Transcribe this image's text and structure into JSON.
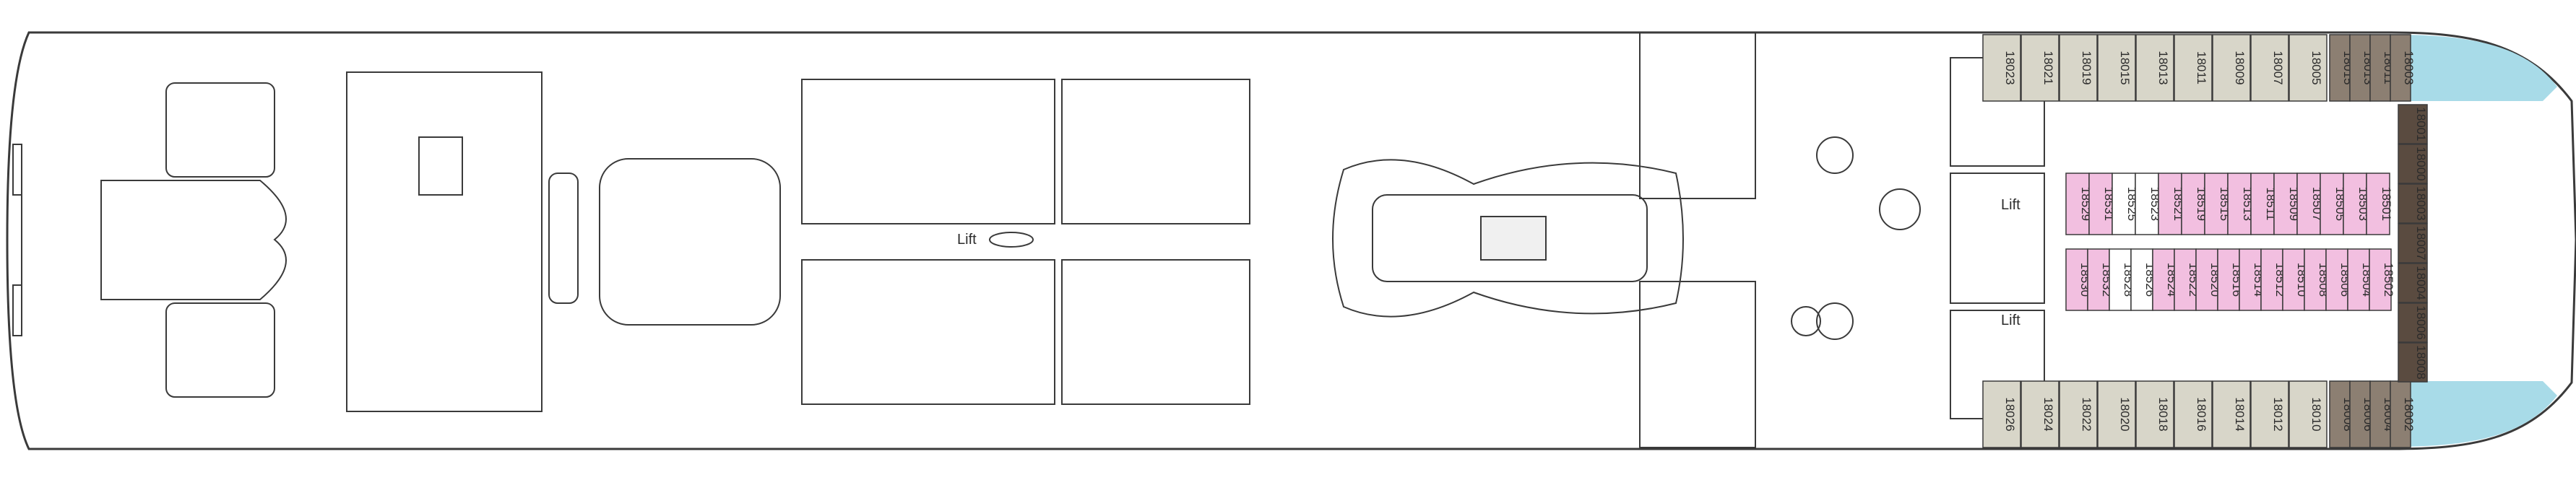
{
  "colors": {
    "hull": "#ffffff",
    "outline": "#3a3a3a",
    "cabin_standard": "#d8d6c9",
    "cabin_suite": "#8c7f72",
    "cabin_pink": "#f2bfe0",
    "bow_water": "#a8dbe8",
    "suite_dark": "#5a4b40"
  },
  "lifts": [
    {
      "id": "lift-mid",
      "label": "Lift"
    },
    {
      "id": "lift-fwd-top",
      "label": "Lift"
    },
    {
      "id": "lift-fwd-bottom",
      "label": "Lift"
    }
  ],
  "cabins": {
    "top_row": [
      "18023",
      "18021",
      "18019",
      "18015",
      "18013",
      "18011",
      "18009",
      "18007",
      "18005"
    ],
    "top_suites": [
      "18015",
      "18013",
      "18011",
      "18003"
    ],
    "bottom_row": [
      "18026",
      "18024",
      "18022",
      "18020",
      "18018",
      "18016",
      "18014",
      "18012",
      "18010"
    ],
    "bottom_suites": [
      "18008",
      "18006",
      "18004",
      "18002"
    ],
    "upper_inner": [
      "18529",
      "18531",
      "18525",
      "18523",
      "18521",
      "18519",
      "18515",
      "18513",
      "18511",
      "18509",
      "18507",
      "18505",
      "18503",
      "18501"
    ],
    "lower_inner": [
      "18530",
      "18532",
      "18528",
      "18526",
      "18524",
      "18522",
      "18520",
      "18516",
      "18514",
      "18512",
      "18510",
      "18508",
      "18506",
      "18504",
      "18502"
    ],
    "bow_suites": [
      "18001",
      "18000",
      "18003",
      "18007",
      "18004",
      "18006",
      "18008"
    ]
  },
  "icons": {
    "lift": "lift-icon",
    "stairs": "stairs-icon",
    "pool": "pool-icon",
    "hot_tub": "hot-tub-icon"
  }
}
